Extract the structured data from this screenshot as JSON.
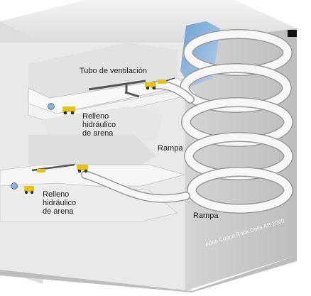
{
  "labels": {
    "tubo": "Tubo de ventilación",
    "relleno_top": "Relleno\nhidráulico\nde arena",
    "relleno_bottom": "Relleno\nhidráulico\nde arena",
    "rampa_mid": "Rampa",
    "rampa_bottom": "Rampa"
  },
  "credit": "Atlas Copco Rock Drills AB 2000",
  "colors": {
    "rock_light": "#ececec",
    "rock_mid": "#d9d9d9",
    "rock_dark": "#c4c4c4",
    "ramp": "#f5f5f5",
    "ramp_edge": "#9a9a9a",
    "ore_blue": "#6fa3d6",
    "ore_blue_light": "#a9c8e8",
    "vehicle": "#e3c21b",
    "pipe": "#5a5a5a"
  }
}
